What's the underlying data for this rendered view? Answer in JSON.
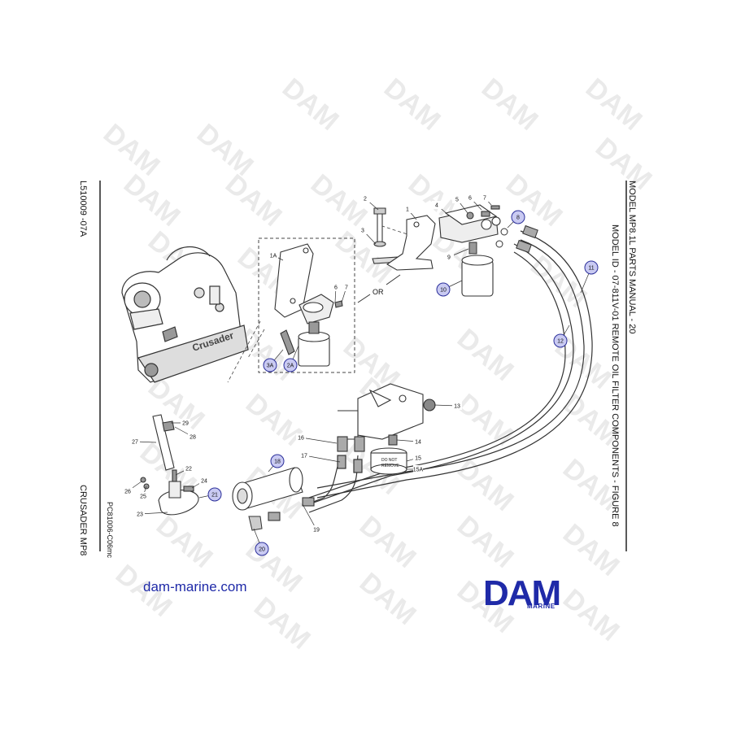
{
  "header": {
    "manual_title": "MODEL MP8.1L PARTS MANUAL - 20",
    "figure_title": "MODEL ID - 07-811V-01 REMOTE OIL FILTER COMPONENTS - FIGURE 8"
  },
  "left_margin": {
    "doc_code": "L510009 -07A",
    "product": "CRUSADER MP8"
  },
  "drawing_id": "PC81006-C06mc",
  "or_label": "OR",
  "callouts": [
    "1",
    "1A",
    "2",
    "3",
    "4",
    "5",
    "6",
    "7",
    "8",
    "9",
    "10",
    "11",
    "12",
    "13",
    "14",
    "15",
    "15A",
    "16",
    "17",
    "18",
    "19",
    "20",
    "21",
    "22",
    "23",
    "24",
    "25",
    "26",
    "27",
    "28",
    "29",
    "2A",
    "3A",
    "6",
    "7"
  ],
  "decal_text": [
    "DO NOT",
    "REMOVE"
  ],
  "engine_logo": "Crusader",
  "footer": {
    "website": "dam-marine.com",
    "brand": "DAM",
    "brand_sub": "MARINE"
  },
  "watermark": "DAM",
  "colors": {
    "brand_blue": "#1f2aa8",
    "callout_fill": "#c9caf2",
    "callout_stroke": "#2b2f9a",
    "line": "#222222",
    "watermark": "#d9d9d9"
  }
}
